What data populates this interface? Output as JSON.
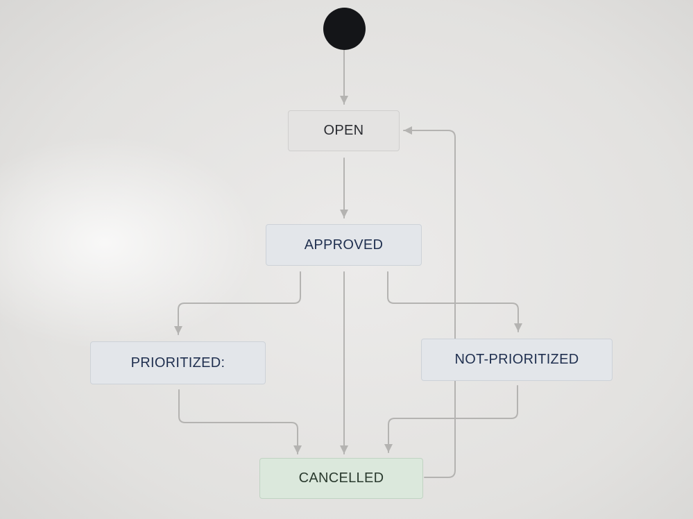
{
  "workflow": {
    "states": {
      "open": "OPEN",
      "approved": "APPROVED",
      "prioritized": "PRIORITIZED:",
      "not_prioritized": "NOT-PRIORITIZED",
      "cancelled": "CANCELLED"
    },
    "transitions": [
      {
        "from": "start",
        "to": "open"
      },
      {
        "from": "open",
        "to": "approved"
      },
      {
        "from": "approved",
        "to": "prioritized"
      },
      {
        "from": "approved",
        "to": "cancelled"
      },
      {
        "from": "approved",
        "to": "not_prioritized"
      },
      {
        "from": "prioritized",
        "to": "cancelled"
      },
      {
        "from": "not_prioritized",
        "to": "cancelled"
      },
      {
        "from": "cancelled",
        "to": "open"
      }
    ]
  },
  "colors": {
    "start_node": "#141518",
    "arrow": "#b4b3b1",
    "state_gray": "#e4e3e2",
    "state_blue": "#e3e6ea",
    "state_green": "#dbe8dc",
    "label_text": "#1f2f4f"
  }
}
